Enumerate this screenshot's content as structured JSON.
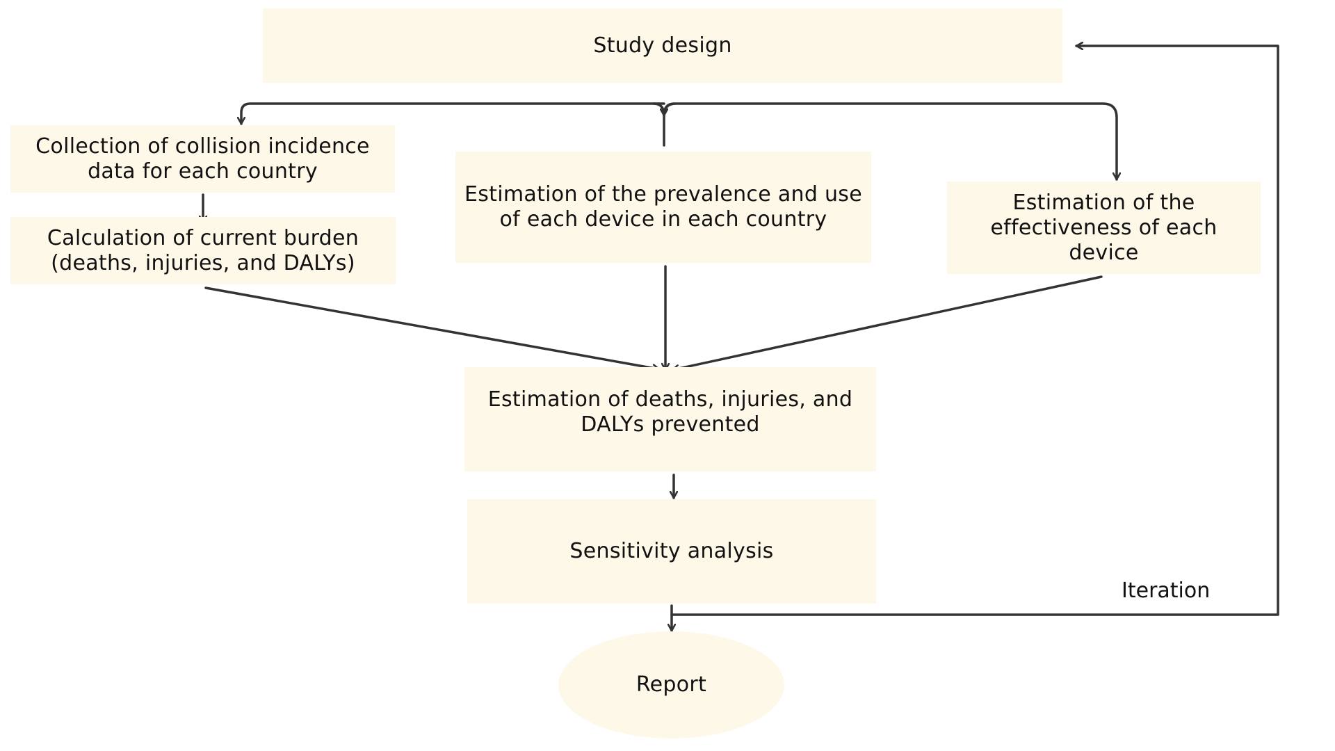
{
  "diagram": {
    "type": "flowchart",
    "node_fill_color": "#fef8e8",
    "connector_color": "#333333",
    "nodes": {
      "study_design": {
        "label": "Study design"
      },
      "collection": {
        "label": "Collection of collision incidence data for each country"
      },
      "calculation": {
        "label": "Calculation of current burden (deaths, injuries, and DALYs)"
      },
      "prevalence": {
        "label": "Estimation of the prevalence and use of each device in each country"
      },
      "effectiveness": {
        "label": "Estimation of the effectiveness of each device"
      },
      "prevented": {
        "label": "Estimation of deaths, injuries, and DALYs prevented"
      },
      "sensitivity": {
        "label": "Sensitivity analysis"
      },
      "report": {
        "label": "Report"
      }
    },
    "edges": [
      {
        "from": "study_design",
        "to": "collection"
      },
      {
        "from": "study_design",
        "to": "prevalence"
      },
      {
        "from": "study_design",
        "to": "effectiveness"
      },
      {
        "from": "collection",
        "to": "calculation"
      },
      {
        "from": "calculation",
        "to": "prevented"
      },
      {
        "from": "prevalence",
        "to": "prevented"
      },
      {
        "from": "effectiveness",
        "to": "prevented"
      },
      {
        "from": "prevented",
        "to": "sensitivity"
      },
      {
        "from": "sensitivity",
        "to": "report"
      },
      {
        "from": "sensitivity",
        "to": "study_design",
        "label": "Iteration"
      }
    ],
    "iteration_label": "Iteration"
  }
}
